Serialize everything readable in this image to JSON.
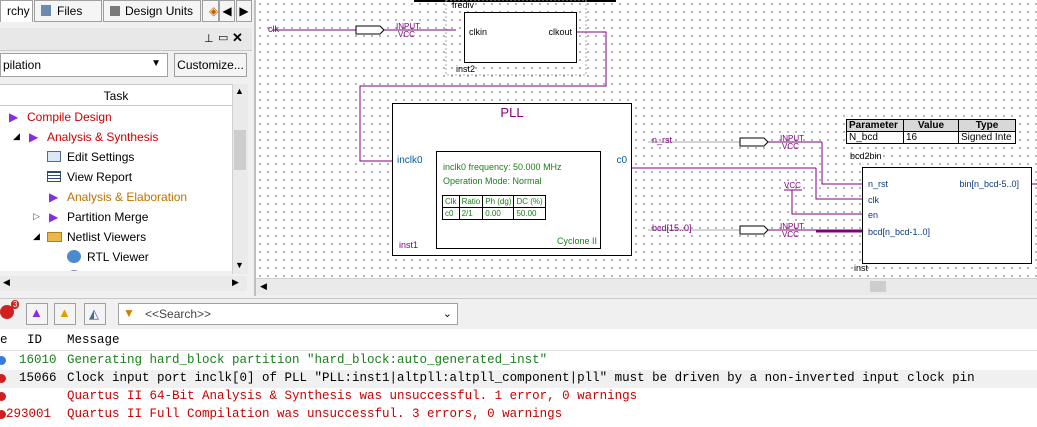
{
  "left_panel": {
    "tabs": [
      "rchy",
      "Files",
      "Design Units"
    ],
    "compilation_select": "pilation",
    "customize_button": "Customize...",
    "task_header": "Task",
    "tasks": [
      {
        "label": "Compile Design",
        "color": "red"
      },
      {
        "label": "Analysis & Synthesis",
        "color": "red"
      },
      {
        "label": "Edit Settings",
        "color": "black"
      },
      {
        "label": "View Report",
        "color": "black"
      },
      {
        "label": "Analysis & Elaboration",
        "color": "orange"
      },
      {
        "label": "Partition Merge",
        "color": "black"
      },
      {
        "label": "Netlist Viewers",
        "color": "black"
      },
      {
        "label": "RTL Viewer",
        "color": "black"
      }
    ]
  },
  "schematic": {
    "frediv": {
      "name": "frediv",
      "inst": "inst2",
      "in_port": "clkin",
      "out_port": "clkout"
    },
    "clk_input": {
      "name": "clk",
      "type": "INPUT",
      "vcc": "VCC"
    },
    "pll": {
      "title": "PLL",
      "in_port": "inclk0",
      "out_port": "c0",
      "info_freq": "inclk0 frequency: 50.000 MHz",
      "info_mode": "Operation Mode: Normal",
      "table_headers": [
        "Clk",
        "Ratio",
        "Ph (dg)",
        "DC (%)"
      ],
      "table_row": [
        "c0",
        "2/1",
        "0.00",
        "50.00"
      ],
      "inst": "inst1",
      "family": "Cyclone II"
    },
    "n_rst_input": {
      "name": "n_rst",
      "type": "INPUT",
      "vcc": "VCC"
    },
    "vcc_const": "VCC",
    "bcd_input": {
      "name": "bcd[15..0]",
      "type": "INPUT",
      "vcc": "VCC"
    },
    "param_table": {
      "headers": [
        "Parameter",
        "Value",
        "Type"
      ],
      "row": [
        "N_bcd",
        "16",
        "Signed Inte"
      ]
    },
    "bcd2bin": {
      "name": "bcd2bin",
      "ports_in": [
        "n_rst",
        "clk",
        "en",
        "bcd[n_bcd-1..0]"
      ],
      "port_out": "bin[n_bcd-5..0]",
      "inst": "inst"
    }
  },
  "messages": {
    "error_badge": "3",
    "search_placeholder": "<<Search>>",
    "col_type": "e",
    "col_id": "ID",
    "col_message": "Message",
    "rows": [
      {
        "id": "16010",
        "text": "Generating hard_block partition \"hard_block:auto_generated_inst\"",
        "color": "#1a7f1a",
        "icon": "#3a7bd5"
      },
      {
        "id": "15066",
        "text": "Clock input port inclk[0] of PLL \"PLL:inst1|altpll:altpll_component|pll\" must be driven by a non-inverted input clock pin",
        "color": "#000000",
        "icon": "#d02020"
      },
      {
        "id": "",
        "text": "Quartus II 64-Bit Analysis & Synthesis was unsuccessful. 1 error, 0 warnings",
        "color": "#cc0000",
        "icon": "#d02020"
      },
      {
        "id": "293001",
        "text": "Quartus II Full Compilation was unsuccessful. 3 errors, 0 warnings",
        "color": "#cc0000",
        "icon": "#d02020"
      }
    ]
  }
}
